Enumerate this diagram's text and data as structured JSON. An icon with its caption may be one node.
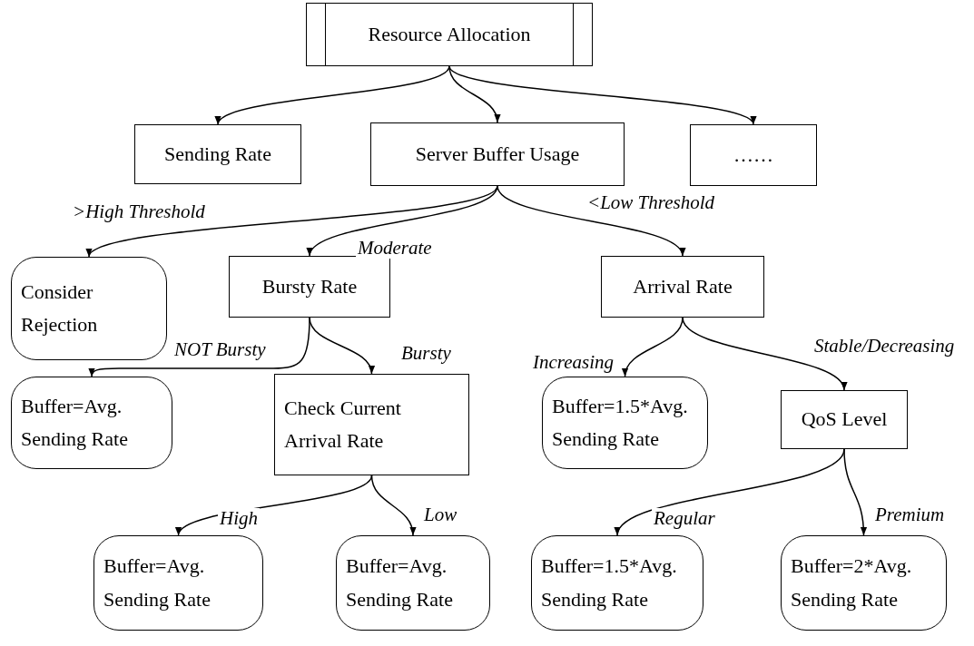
{
  "diagram": {
    "nodes": [
      {
        "text": [
          "Resource Allocation"
        ]
      },
      {
        "text": [
          "Sending Rate"
        ]
      },
      {
        "text": [
          "Server Buffer Usage"
        ]
      },
      {
        "text": [
          "……"
        ]
      },
      {
        "text": [
          "Consider Rejection"
        ]
      },
      {
        "text": [
          "Bursty Rate"
        ]
      },
      {
        "text": [
          "Arrival Rate"
        ]
      },
      {
        "text": [
          "Buffer=Avg. Sending Rate"
        ]
      },
      {
        "text": [
          "Check Current Arrival Rate"
        ]
      },
      {
        "text": [
          "Buffer=1.5*Avg. Sending Rate"
        ]
      },
      {
        "text": [
          "QoS Level"
        ]
      },
      {
        "text": [
          "Buffer=Avg. Sending Rate"
        ]
      },
      {
        "text": [
          "Buffer=Avg. Sending Rate"
        ]
      },
      {
        "text": [
          "Buffer=1.5*Avg. Sending Rate"
        ]
      },
      {
        "text": [
          "Buffer=2*Avg. Sending Rate"
        ]
      }
    ],
    "edges": [
      {
        "from": 0,
        "to": 1,
        "arrow": "to"
      },
      {
        "from": 0,
        "to": 2,
        "arrow": "to"
      },
      {
        "from": 0,
        "to": 3,
        "arrow": "to"
      },
      {
        "from": 2,
        "to": 4,
        "arrow": "to",
        "label": ">High Threshold"
      },
      {
        "from": 2,
        "to": 5,
        "arrow": "to",
        "label": "Moderate"
      },
      {
        "from": 2,
        "to": 6,
        "arrow": "to",
        "label": "<Low Threshold"
      },
      {
        "from": 5,
        "to": 7,
        "arrow": "to",
        "label": "NOT Bursty"
      },
      {
        "from": 5,
        "to": 8,
        "arrow": "to",
        "label": "Bursty"
      },
      {
        "from": 6,
        "to": 9,
        "arrow": "to",
        "label": "Increasing"
      },
      {
        "from": 6,
        "to": 10,
        "arrow": "to",
        "label": "Stable/Decreasing"
      },
      {
        "from": 8,
        "to": 11,
        "arrow": "to",
        "label": "High"
      },
      {
        "from": 8,
        "to": 12,
        "arrow": "to",
        "label": "Low"
      },
      {
        "from": 10,
        "to": 13,
        "arrow": "to",
        "label": "Regular"
      },
      {
        "from": 10,
        "to": 14,
        "arrow": "to",
        "label": "Premium"
      }
    ]
  }
}
